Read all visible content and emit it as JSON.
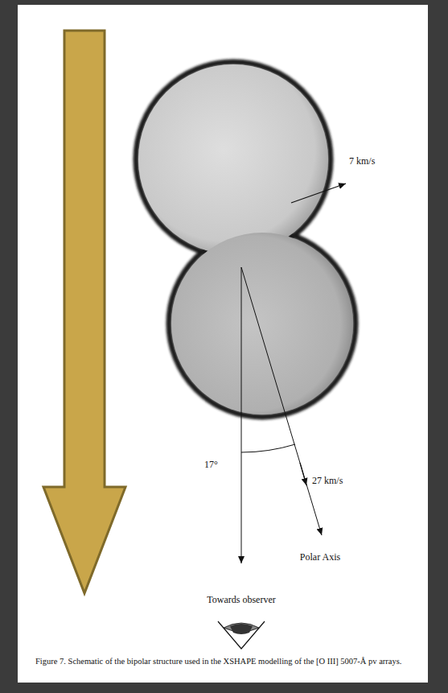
{
  "diagram": {
    "caption": "Figure 7. Schematic of the bipolar structure used in the XSHAPE modelling of the [O III] 5007-Å pv arrays.",
    "labels": [
      "7 km/s",
      "27 km/s",
      "17°",
      "Towards observer",
      "Polar Axis"
    ]
  }
}
